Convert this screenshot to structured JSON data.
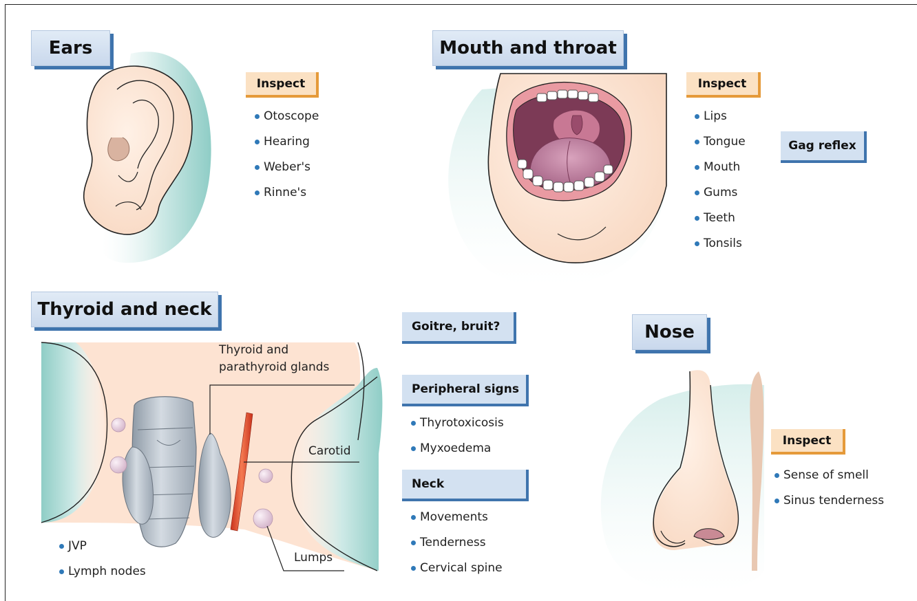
{
  "ears": {
    "title": "Ears",
    "inspect_label": "Inspect",
    "items": [
      "Otoscope",
      "Hearing",
      "Weber's",
      "Rinne's"
    ]
  },
  "mouth": {
    "title": "Mouth and throat",
    "inspect_label": "Inspect",
    "items": [
      "Lips",
      "Tongue",
      "Mouth",
      "Gums",
      "Teeth",
      "Tonsils"
    ],
    "gag_reflex": "Gag reflex"
  },
  "thyroid": {
    "title": "Thyroid and neck",
    "label_glands_line1": "Thyroid  and",
    "label_glands_line2": "parathyroid glands",
    "label_carotid": "Carotid",
    "label_lumps": "Lumps",
    "items": [
      "JVP",
      "Lymph nodes"
    ],
    "goitre": "Goitre, bruit?",
    "peripheral_title": "Peripheral signs",
    "peripheral_items": [
      "Thyrotoxicosis",
      "Myxoedema"
    ],
    "neck_title": "Neck",
    "neck_items": [
      "Movements",
      "Tenderness",
      "Cervical spine"
    ]
  },
  "nose": {
    "title": "Nose",
    "inspect_label": "Inspect",
    "items": [
      "Sense of smell",
      "Sinus tenderness"
    ]
  },
  "colors": {
    "title_bg": "#d3e1f1",
    "title_shadow": "#3f74ad",
    "inspect_bg": "#fbe1c3",
    "inspect_border": "#e59a3a",
    "skin": "#fde3d2",
    "bullet": "#2f79b8",
    "teal_bg": "#cde9e6"
  }
}
